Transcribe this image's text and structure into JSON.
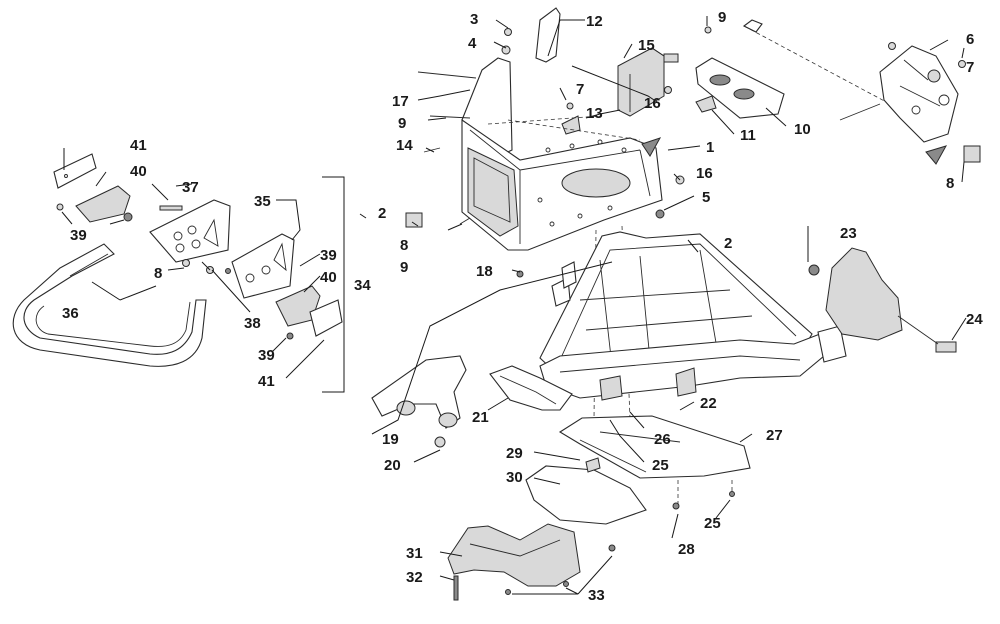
{
  "callouts": [
    "1",
    "2",
    "3",
    "4",
    "5",
    "6",
    "7",
    "8",
    "9",
    "10",
    "11",
    "12",
    "13",
    "14",
    "15",
    "16",
    "17",
    "18",
    "19",
    "20",
    "21",
    "22",
    "23",
    "24",
    "25",
    "26",
    "27",
    "28",
    "29",
    "30",
    "31",
    "32",
    "33",
    "34",
    "35",
    "36",
    "37",
    "38",
    "39",
    "40",
    "41"
  ],
  "colors": {
    "line": "#2b2b2b",
    "shade": "#d9d9d9",
    "background": "#ffffff"
  }
}
